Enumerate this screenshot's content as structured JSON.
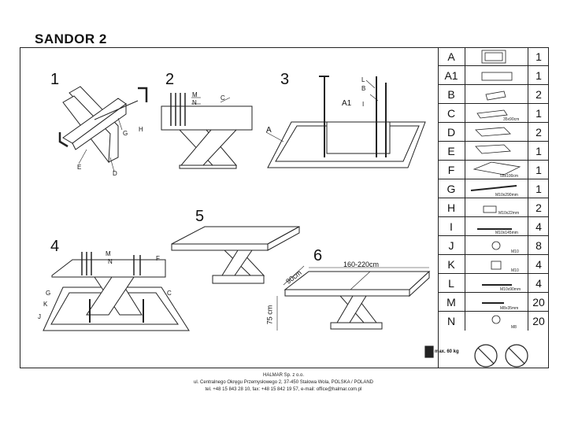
{
  "title": "SANDOR 2",
  "steps": [
    "1",
    "2",
    "3",
    "4",
    "5",
    "6"
  ],
  "part_labels": {
    "s1": [
      "E",
      "D",
      "G",
      "H"
    ],
    "s2": [
      "M",
      "N",
      "C"
    ],
    "s3": [
      "L",
      "B",
      "I",
      "A1",
      "A"
    ],
    "s4": [
      "M",
      "N",
      "F",
      "G",
      "K",
      "J",
      "C"
    ]
  },
  "dimensions": {
    "length": "160-220cm",
    "depth": "90cm",
    "height": "75 cm"
  },
  "parts": [
    {
      "letter": "A",
      "qty": "1",
      "dim": ""
    },
    {
      "letter": "A1",
      "qty": "1",
      "dim": ""
    },
    {
      "letter": "B",
      "qty": "2",
      "dim": ""
    },
    {
      "letter": "C",
      "qty": "1",
      "dim": "35x90cm"
    },
    {
      "letter": "D",
      "qty": "2",
      "dim": ""
    },
    {
      "letter": "E",
      "qty": "1",
      "dim": ""
    },
    {
      "letter": "F",
      "qty": "1",
      "dim": "55x100cm"
    },
    {
      "letter": "G",
      "qty": "1",
      "dim": "M10x290mm"
    },
    {
      "letter": "H",
      "qty": "2",
      "dim": "M10x22mm"
    },
    {
      "letter": "I",
      "qty": "4",
      "dim": "M10x145mm"
    },
    {
      "letter": "J",
      "qty": "8",
      "dim": "M10"
    },
    {
      "letter": "K",
      "qty": "4",
      "dim": "M10"
    },
    {
      "letter": "L",
      "qty": "4",
      "dim": "M10x90mm"
    },
    {
      "letter": "M",
      "qty": "20",
      "dim": "M8x35mm"
    },
    {
      "letter": "N",
      "qty": "20",
      "dim": "M8"
    }
  ],
  "max_load": "max. 60 kg",
  "footer": {
    "line1": "HALMAR Sp. z o.o.",
    "line2": "ul. Centralnego Okręgu Przemysłowego 2, 37-450 Stalowa Wola, POLSKA / POLAND",
    "line3": "tel. +48 15 843 28 10, fax: +48 15 842 19 57, e-mail: office@halmar.com.pl"
  }
}
